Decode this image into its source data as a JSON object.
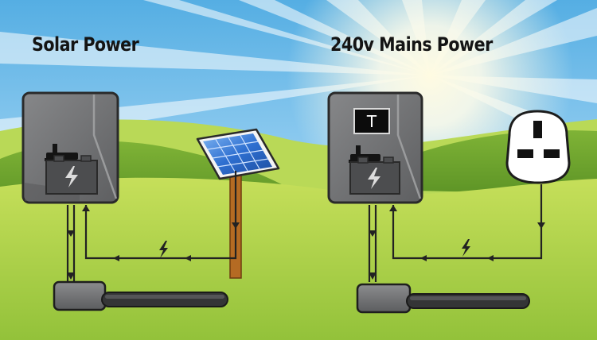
{
  "solar": {
    "title": "Solar Power"
  },
  "mains": {
    "title": "240v Mains Power",
    "thermostat_label": "T"
  },
  "colors": {
    "sky": "#7cc3ea",
    "sun_center": "#fffbe2",
    "hill_light": "#b8d85a",
    "hill_dark": "#6a9e2c",
    "ground": "#a9cd42",
    "box": "#6e6e70",
    "box_face": "#8f9093",
    "wire": "#222222",
    "pole": "#b26a22",
    "panel": "#2a63c7"
  },
  "icons": {
    "battery": "battery-icon",
    "gate": "gate-icon",
    "lightning": "lightning-icon",
    "solar_panel": "solar-panel-icon",
    "plug": "uk-plug-icon",
    "actuator": "gate-actuator-icon",
    "thermostat": "thermostat-icon"
  }
}
